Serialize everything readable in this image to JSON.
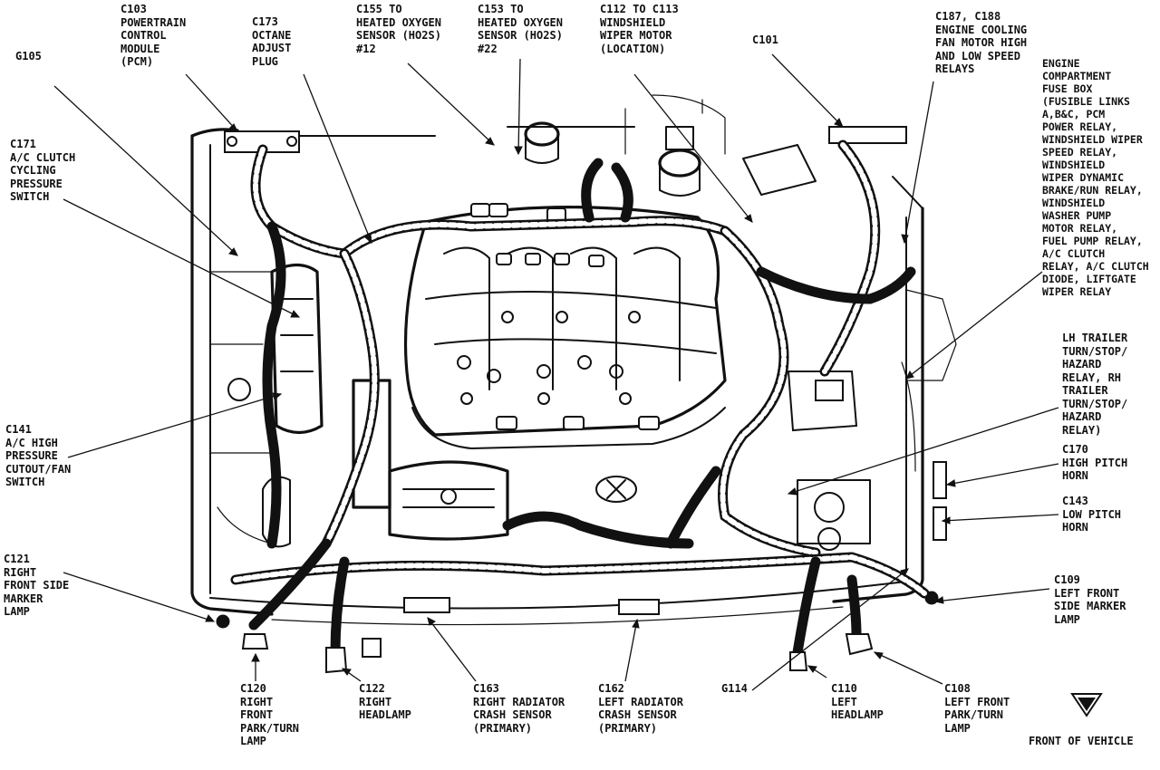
{
  "labels": {
    "g105": "G105",
    "c103": "C103\nPOWERTRAIN\nCONTROL\nMODULE\n(PCM)",
    "c173": "C173\nOCTANE\nADJUST\nPLUG",
    "c155": "C155 TO\nHEATED OXYGEN\nSENSOR (HO2S)\n#12",
    "c153": "C153 TO\nHEATED OXYGEN\nSENSOR (HO2S)\n#22",
    "c112": "C112 TO C113\nWINDSHIELD\nWIPER MOTOR\n(LOCATION)",
    "c101": "C101",
    "c187": "C187, C188\nENGINE COOLING\nFAN MOTOR HIGH\nAND LOW SPEED\nRELAYS",
    "fusebox": "ENGINE\nCOMPARTMENT\nFUSE BOX\n(FUSIBLE LINKS\nA,B&C, PCM\nPOWER RELAY,\nWINDSHIELD WIPER\nSPEED RELAY,\nWINDSHIELD\nWIPER DYNAMIC\nBRAKE/RUN RELAY,\nWINDSHIELD\nWASHER PUMP\nMOTOR RELAY,\nFUEL PUMP RELAY,\nA/C CLUTCH\nRELAY, A/C CLUTCH\nDIODE, LIFTGATE\nWIPER RELAY",
    "c171": "C171\nA/C CLUTCH\nCYCLING\nPRESSURE\nSWITCH",
    "c141": "C141\nA/C HIGH\nPRESSURE\nCUTOUT/FAN\nSWITCH",
    "lh_trailer": "LH TRAILER\nTURN/STOP/\nHAZARD\nRELAY, RH\nTRAILER\nTURN/STOP/\nHAZARD\nRELAY)",
    "c170": "C170\nHIGH PITCH\nHORN",
    "c143": "C143\nLOW PITCH\nHORN",
    "c121": "C121\nRIGHT\nFRONT SIDE\nMARKER\nLAMP",
    "c109": "C109\nLEFT FRONT\nSIDE MARKER\nLAMP",
    "c120": "C120\nRIGHT\nFRONT\nPARK/TURN\nLAMP",
    "c122": "C122\nRIGHT\nHEADLAMP",
    "c163": "C163\nRIGHT RADIATOR\nCRASH SENSOR\n(PRIMARY)",
    "c162": "C162\nLEFT RADIATOR\nCRASH SENSOR\n(PRIMARY)",
    "g114": "G114",
    "c110": "C110\nLEFT\nHEADLAMP",
    "c108": "C108\nLEFT FRONT\nPARK/TURN\nLAMP",
    "front": "FRONT OF VEHICLE"
  },
  "icons": {
    "front_arrow": "down-arrow-icon"
  }
}
